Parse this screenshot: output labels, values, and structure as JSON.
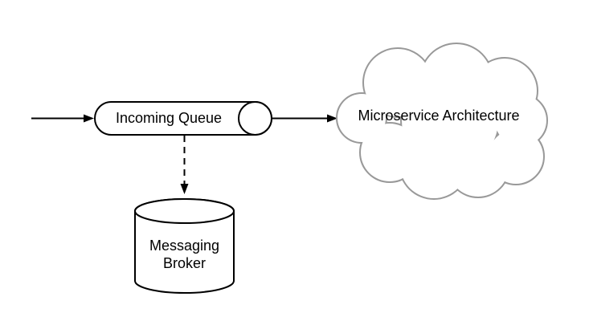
{
  "colors": {
    "background": "#ffffff",
    "shape_stroke": "#000000",
    "cloud_border": "#999999",
    "arrow": "#000000",
    "text": "#000000"
  },
  "nodes": {
    "incoming_queue": {
      "label": "Incoming Queue",
      "shape": "queue"
    },
    "microservice_architecture": {
      "label": "Microservice Architecture",
      "shape": "cloud"
    },
    "messaging_broker": {
      "label": "Messaging Broker",
      "label_lines": [
        "Messaging",
        "Broker"
      ],
      "shape": "cylinder"
    }
  },
  "edges": [
    {
      "from": "external-source",
      "to": "incoming_queue",
      "style": "solid",
      "arrowhead": "end"
    },
    {
      "from": "incoming_queue",
      "to": "microservice_architecture",
      "style": "solid",
      "arrowhead": "end"
    },
    {
      "from": "incoming_queue",
      "to": "messaging_broker",
      "style": "dashed",
      "arrowhead": "end"
    }
  ]
}
